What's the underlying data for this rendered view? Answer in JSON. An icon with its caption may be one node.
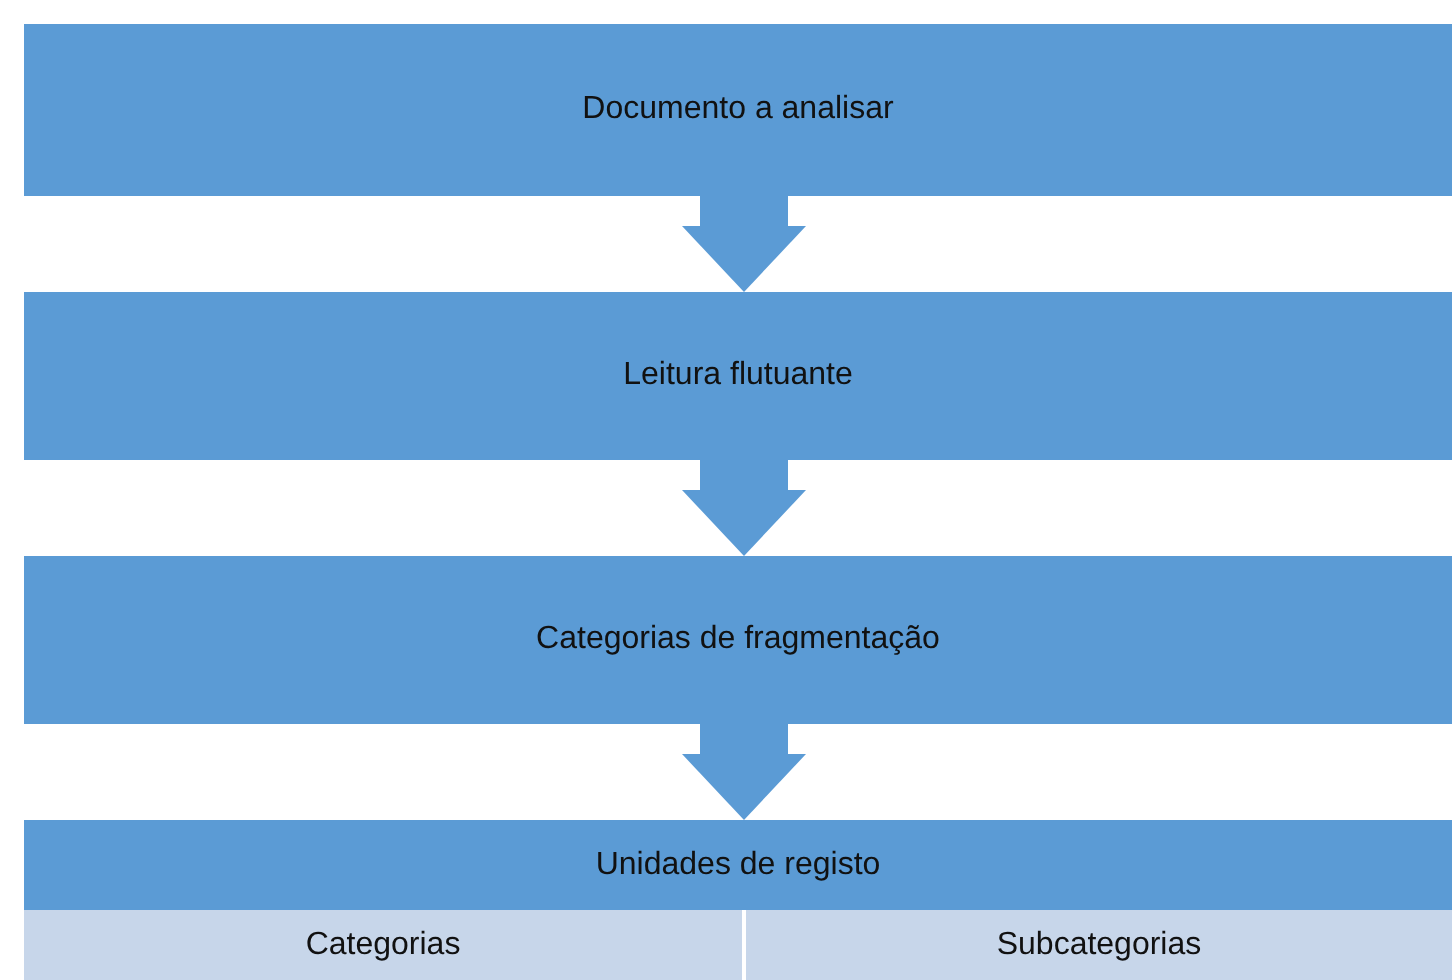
{
  "diagram": {
    "nodes": [
      {
        "text": [
          "Documento a analisar"
        ]
      },
      {
        "text": [
          "Leitura flutuante"
        ]
      },
      {
        "text": [
          "Categorias de fragmentação"
        ]
      },
      {
        "text": [
          "Unidades de registo"
        ]
      },
      {
        "text": [
          "Categorias"
        ]
      },
      {
        "text": [
          "Subcategorias"
        ]
      }
    ],
    "edges": [
      {
        "from": 0,
        "to": 1,
        "arrow": "to"
      },
      {
        "from": 1,
        "to": 2,
        "arrow": "to"
      },
      {
        "from": 2,
        "to": 3,
        "arrow": "to"
      }
    ]
  }
}
